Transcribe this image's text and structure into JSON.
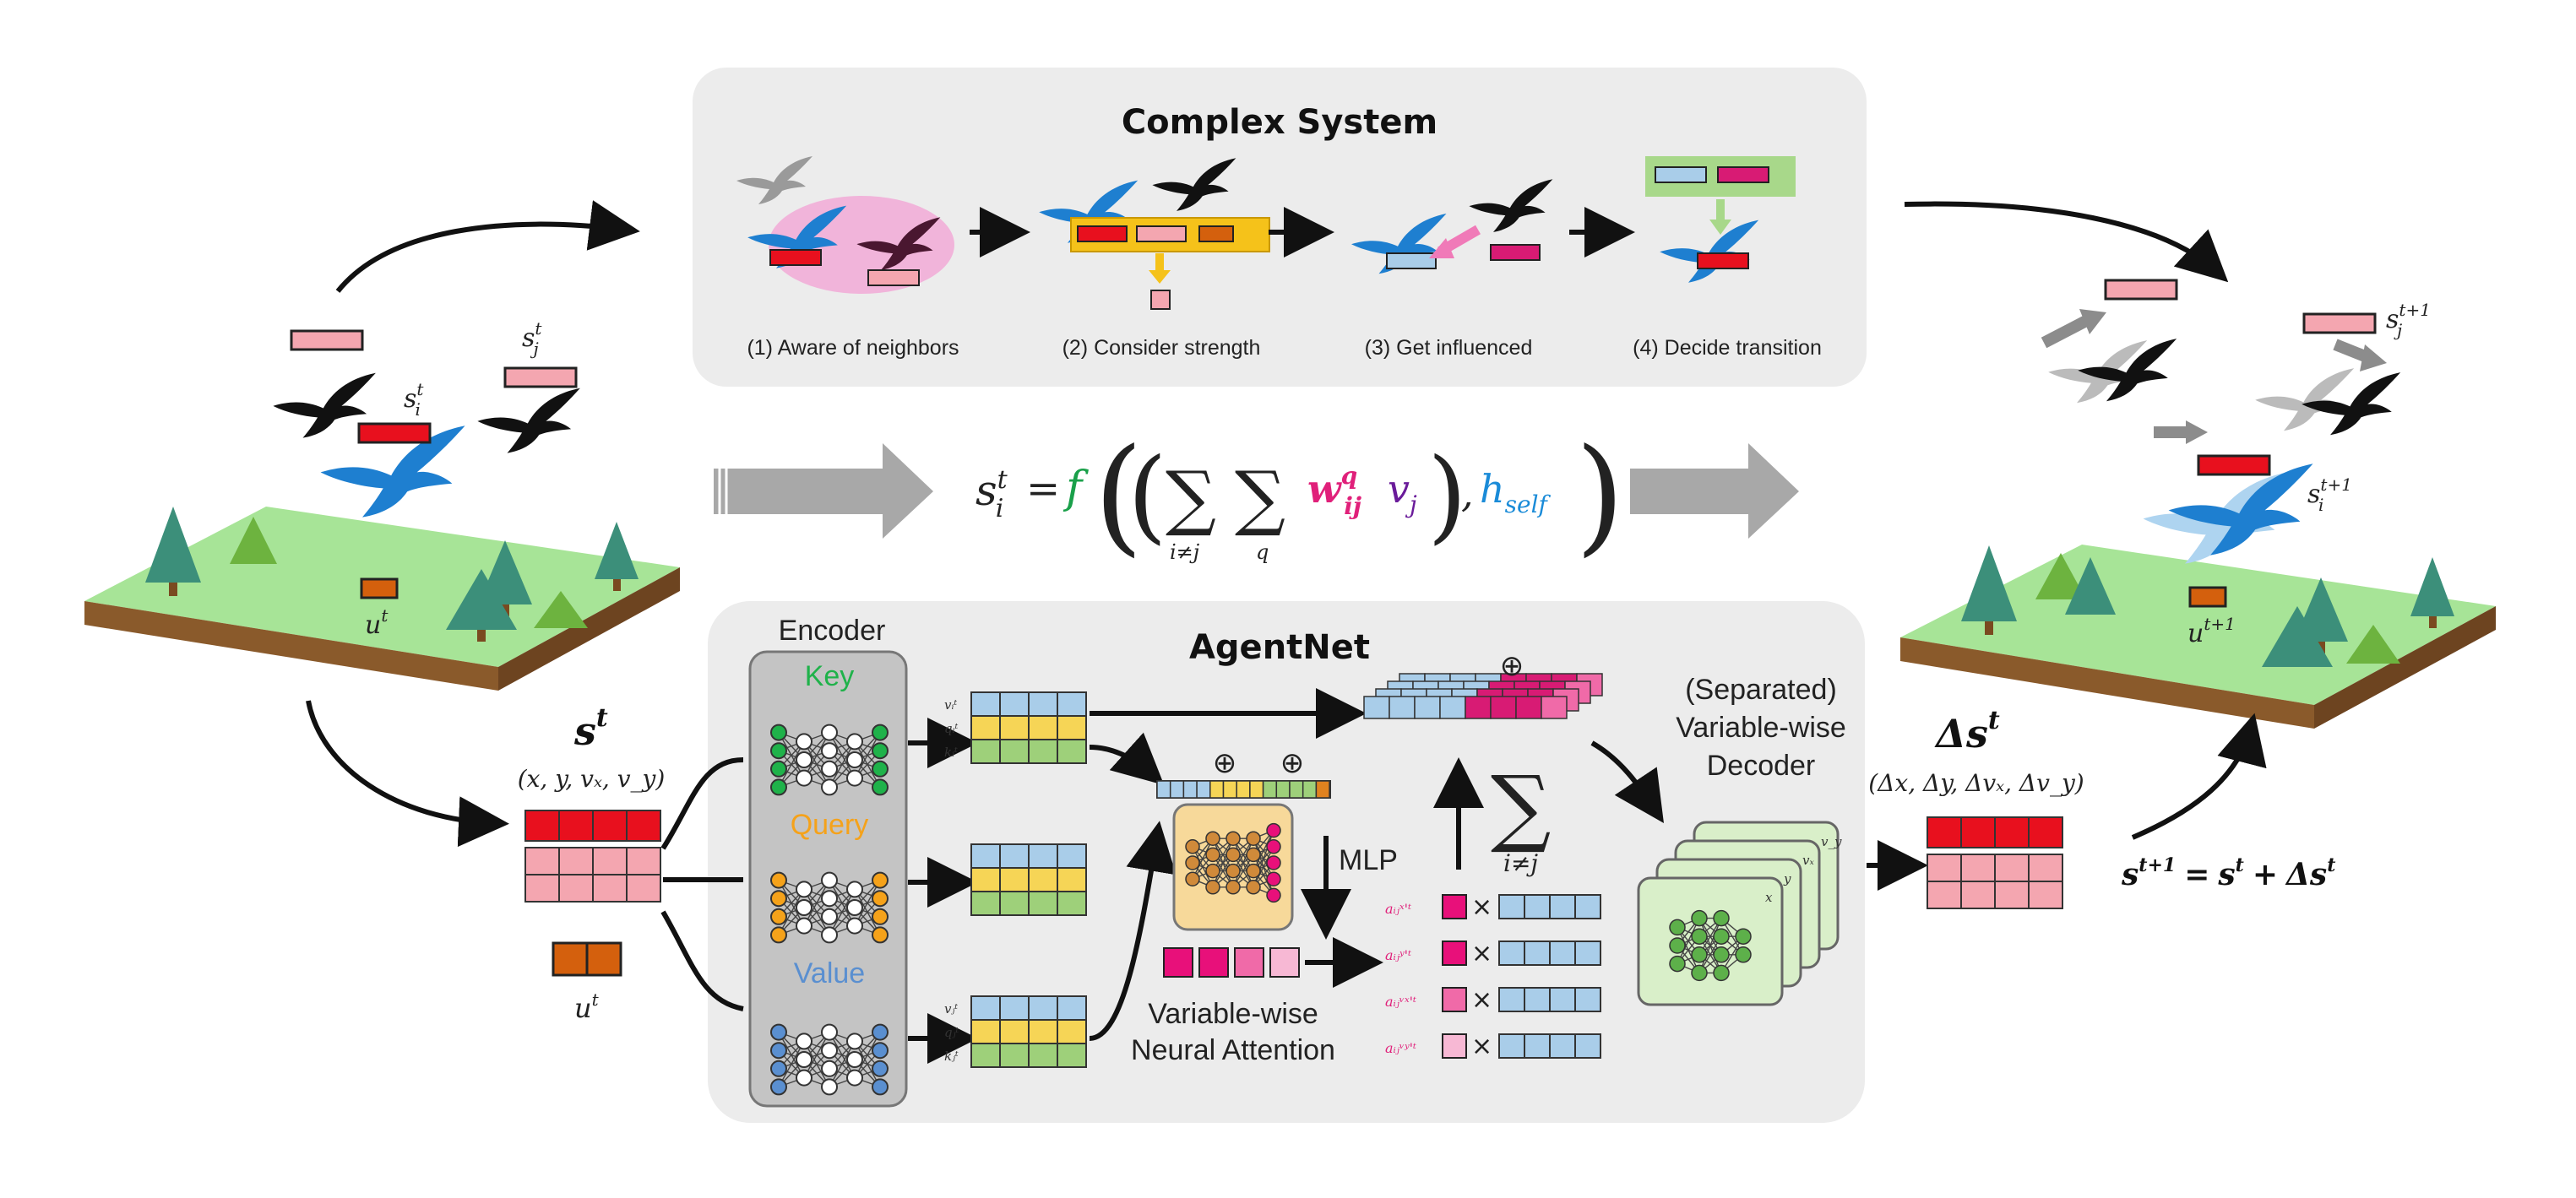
{
  "complex_system": {
    "title": "Complex System",
    "steps": [
      "(1) Aware of neighbors",
      "(2) Consider strength",
      "(3) Get influenced",
      "(4) Decide transition"
    ]
  },
  "equation": {
    "lhs": "s",
    "lhs_sup": "t",
    "lhs_sub": "i",
    "equals": "=",
    "f": "f",
    "sum_sub_1": "i≠j",
    "sum_sub_2": "q",
    "w": "w",
    "w_sup": "q",
    "w_sub": "ij",
    "v": "v",
    "v_sub": "j",
    "comma": ",",
    "h": "h",
    "h_sub": "self"
  },
  "left_scene": {
    "si": "s",
    "si_sup": "t",
    "si_sub": "i",
    "sj": "s",
    "sj_sup": "t",
    "sj_sub": "j",
    "u": "u",
    "u_sup": "t"
  },
  "right_scene": {
    "sj": "s",
    "sj_sup": "t+1",
    "sj_sub": "j",
    "si": "s",
    "si_sup": "t+1",
    "si_sub": "i",
    "u": "u",
    "u_sup": "t+1"
  },
  "state_in": {
    "label": "s",
    "label_sup": "t",
    "vars": "(x, y, vₓ, v_y)",
    "u": "u",
    "u_sup": "t"
  },
  "agentnet": {
    "title": "AgentNet",
    "encoder_label": "Encoder",
    "key_label": "Key",
    "query_label": "Query",
    "value_label": "Value",
    "mlp_label": "MLP",
    "attention_label_1": "Variable-wise",
    "attention_label_2": "Neural Attention",
    "decoder_label_1": "(Separated)",
    "decoder_label_2": "Variable-wise",
    "decoder_label_3": "Decoder",
    "oplus": "⊕",
    "sum_symbol": "∑",
    "sum_sub": "i≠j",
    "times": "×",
    "row_labels_i": [
      "vᵢᵗ",
      "qᵢᵗ",
      "kᵢᵗ"
    ],
    "row_labels_j": [
      "vⱼᵗ",
      "qⱼᵗ",
      "kⱼᵗ"
    ],
    "attention_coeffs": [
      "aᵢⱼˣ'ᵗ",
      "aᵢⱼʸ'ᵗ",
      "aᵢⱼᵛˣ'ᵗ",
      "aᵢⱼᵛʸ'ᵗ"
    ],
    "decoder_card_labels": [
      "x",
      "y",
      "vₓ",
      "v_y"
    ]
  },
  "state_out": {
    "label": "Δs",
    "label_sup": "t",
    "vars": "(Δx, Δy, Δvₓ, Δv_y)",
    "update_lhs": "s",
    "update_lhs_sup": "t+1",
    "update_eq": "=",
    "update_s": "s",
    "update_s_sup": "t",
    "update_plus": "+",
    "update_ds": "Δs",
    "update_ds_sup": "t"
  },
  "colors": {
    "red": "#e8101e",
    "pink": "#f4a6b0",
    "magenta": "#d81b74",
    "blue": "#a9cde9",
    "yellow": "#f6d556",
    "green": "#9ed07a",
    "orange": "#d4600d",
    "bird_blue": "#1e7fd0",
    "panel_gray": "#ececec"
  }
}
